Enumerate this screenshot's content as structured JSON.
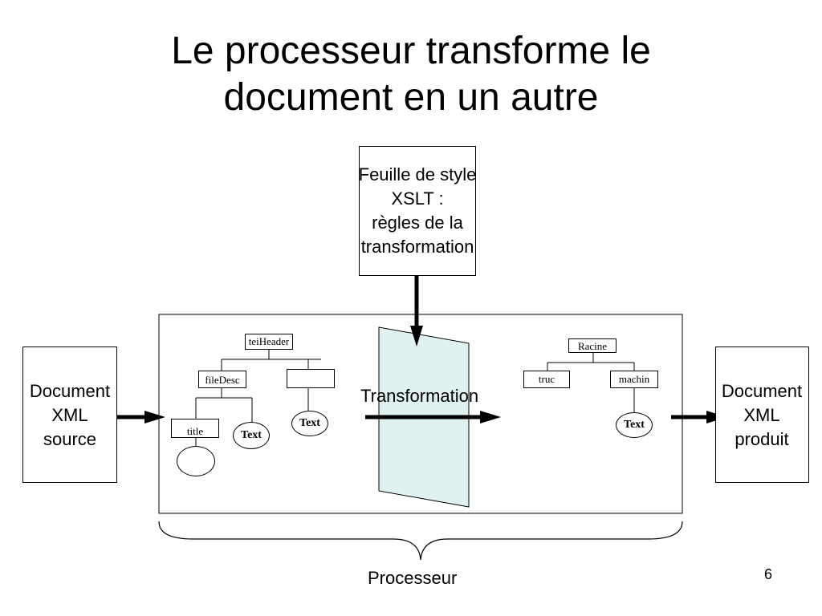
{
  "title": {
    "line1": "Le processeur transforme le",
    "line2": "document en un autre"
  },
  "stylesheet": {
    "lines": [
      "Feuille de style",
      "XSLT :",
      "règles de la",
      "transformation"
    ]
  },
  "source": {
    "lines": [
      "Document",
      "XML",
      "source"
    ]
  },
  "product": {
    "lines": [
      "Document",
      "XML",
      "produit"
    ]
  },
  "source_tree": {
    "root": "teiHeader",
    "child1": "fileDesc",
    "leaf_title": "title",
    "text_a": "Text",
    "text_b": "Text"
  },
  "result_tree": {
    "root": "Racine",
    "child1": "truc",
    "child2": "machin",
    "text": "Text"
  },
  "transformation_label": "Transformation",
  "processor_label": "Processeur",
  "page_number": "6"
}
